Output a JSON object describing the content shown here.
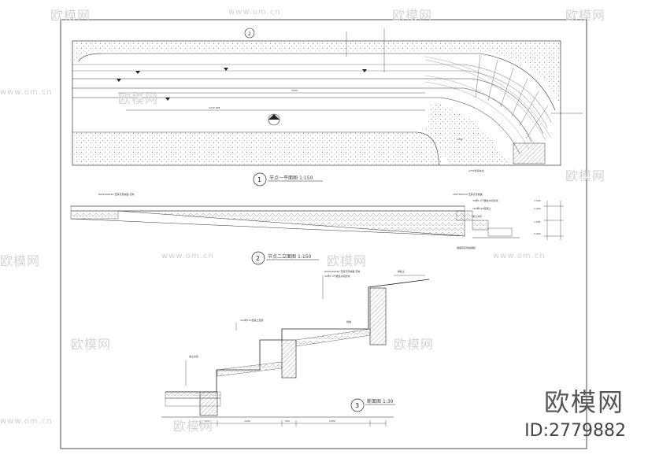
{
  "watermark": {
    "logo": "欧模网",
    "url": "www.om.cn"
  },
  "brand": {
    "name": "欧模网",
    "id": "ID:2779882"
  },
  "views": [
    {
      "number": "1",
      "title": "节点一平面图",
      "scale": "1:150"
    },
    {
      "number": "2",
      "title": "节点二立面图",
      "scale": "1:150"
    },
    {
      "number": "3",
      "title": "断面图",
      "scale": "1:30"
    }
  ],
  "plan_labels": {
    "dim_top": "3380",
    "dim_mid": "1772.328",
    "dim_right": "1440",
    "note_bottom": "1250宽停车位",
    "section_tag": "2"
  },
  "section_labels": {
    "note_left": "600X200X50 芝麻灰荔枝面 花岗",
    "note_right": "300*300X30 芝麻灰荔枝面",
    "note_a": "30厚1:3干硬性水泥砂浆",
    "note_b": "150厚C20混凝土",
    "note_c": "素土夯实",
    "elev_1": "1.500",
    "elev_2": "1.200",
    "elev_3": "1.050",
    "elev_4": "0.900",
    "note_bottom": "保留原有场地铺装"
  },
  "detail_labels": {
    "note_1": "600X200X50 芝麻灰荔枝面 花岗",
    "note_2": "30厚1:3干硬性水泥砂浆",
    "note_3": "100厚C15混凝土垫层",
    "note_4": "素土夯实",
    "note_5": "种植土",
    "note_6": "挡墙",
    "dim_1": "300",
    "dim_2": "1200",
    "dim_3": "300",
    "dim_4": "1200"
  }
}
